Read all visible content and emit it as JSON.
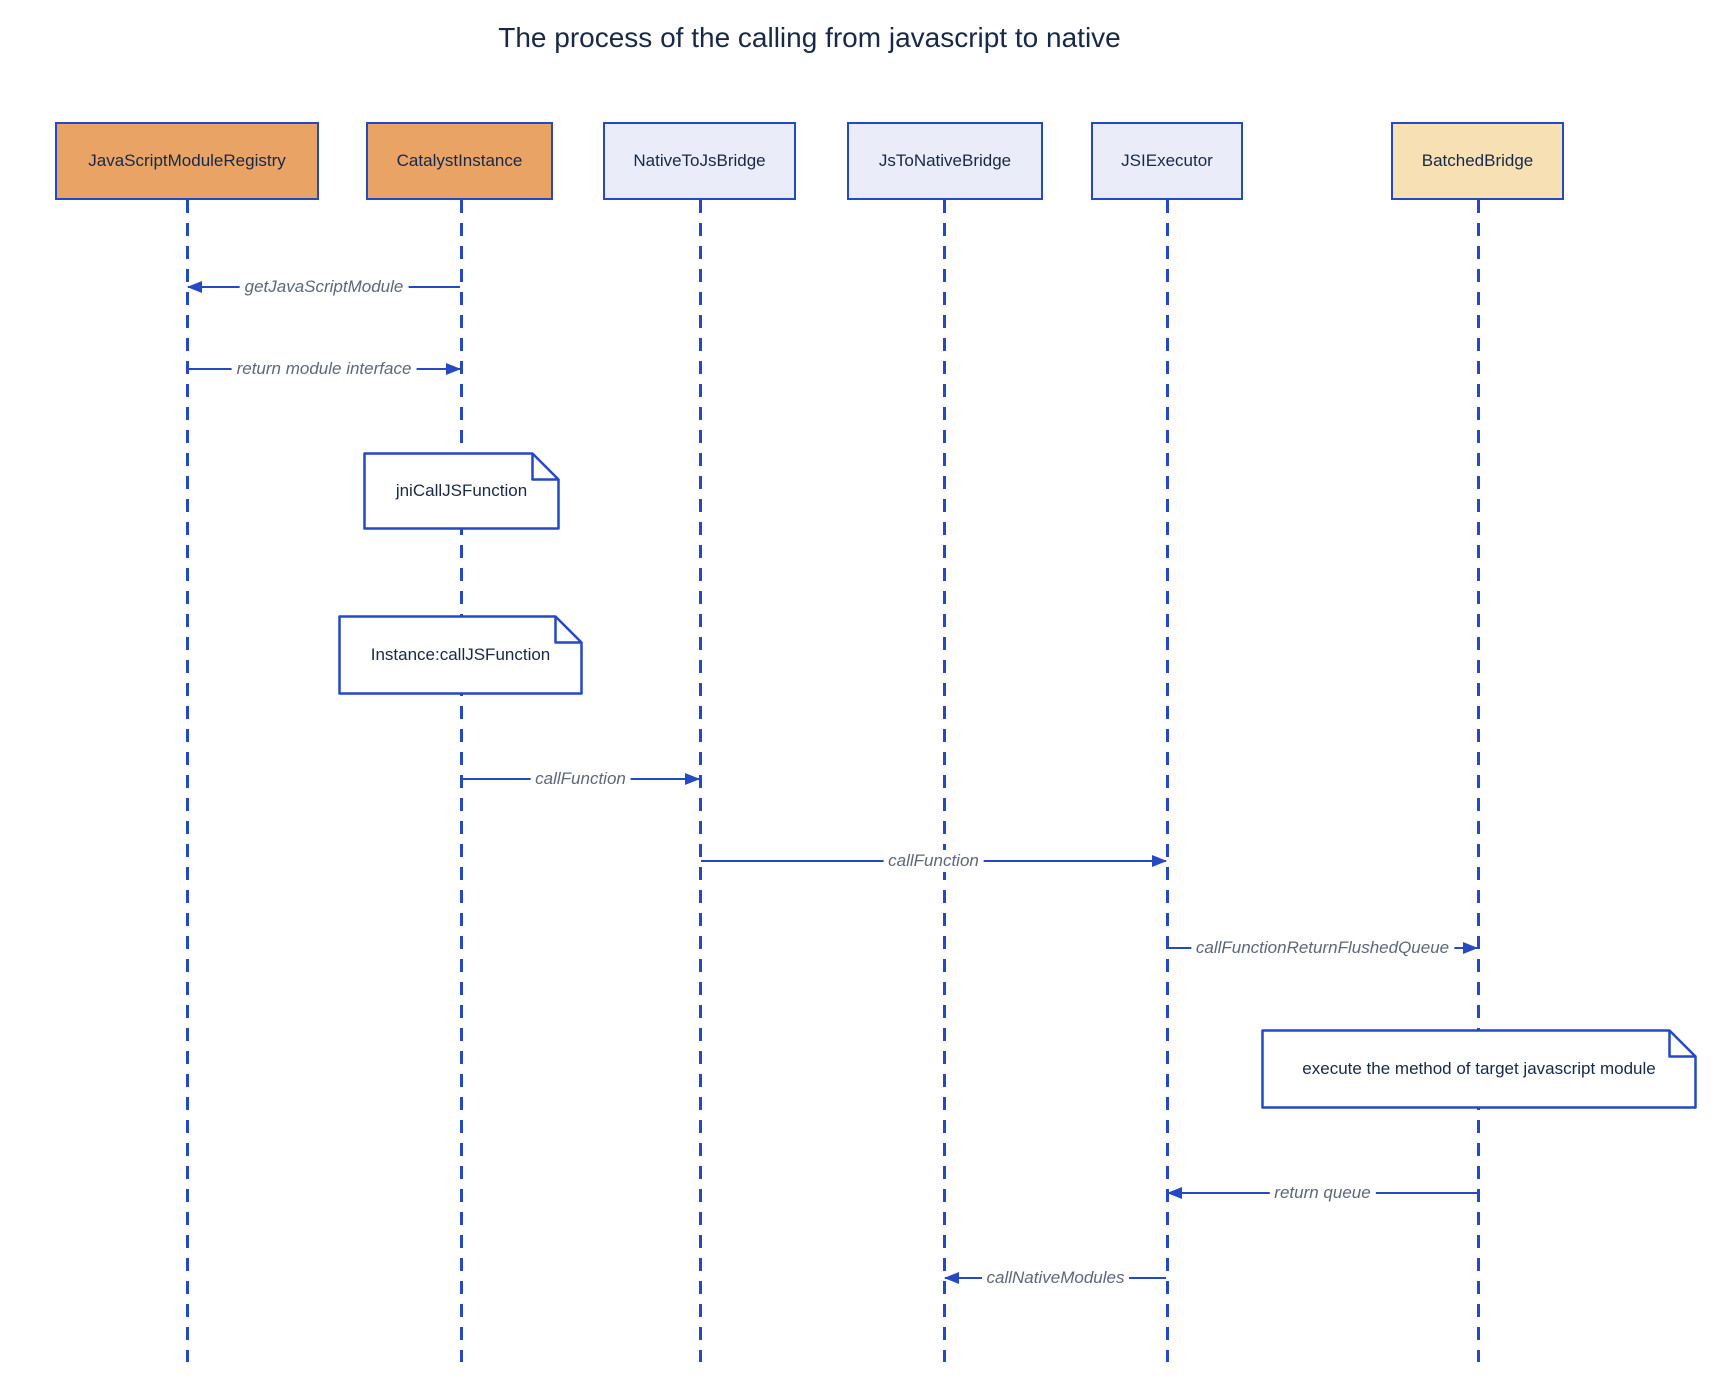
{
  "title": "The process of the calling from javascript to native",
  "participants": [
    {
      "name": "JavaScriptModuleRegistry",
      "fill": "#e8a365"
    },
    {
      "name": "CatalystInstance",
      "fill": "#e8a365"
    },
    {
      "name": "NativeToJsBridge",
      "fill": "#ebecfa"
    },
    {
      "name": "JsToNativeBridge",
      "fill": "#ebecfa"
    },
    {
      "name": "JSIExecutor",
      "fill": "#ebecfa"
    },
    {
      "name": "BatchedBridge",
      "fill": "#f7e0b3"
    }
  ],
  "messages": [
    {
      "label": "getJavaScriptModule",
      "from": "CatalystInstance",
      "to": "JavaScriptModuleRegistry",
      "direction": "left"
    },
    {
      "label": "return module interface",
      "from": "JavaScriptModuleRegistry",
      "to": "CatalystInstance",
      "direction": "right"
    },
    {
      "label": "callFunction",
      "from": "CatalystInstance",
      "to": "NativeToJsBridge",
      "direction": "right"
    },
    {
      "label": "callFunction",
      "from": "NativeToJsBridge",
      "to": "JSIExecutor",
      "direction": "right"
    },
    {
      "label": "callFunctionReturnFlushedQueue",
      "from": "JSIExecutor",
      "to": "BatchedBridge",
      "direction": "right"
    },
    {
      "label": "return queue",
      "from": "BatchedBridge",
      "to": "JSIExecutor",
      "direction": "left"
    },
    {
      "label": "callNativeModules",
      "from": "JSIExecutor",
      "to": "JsToNativeBridge",
      "direction": "left"
    }
  ],
  "notes": [
    {
      "text": "jniCallJSFunction",
      "over": "CatalystInstance"
    },
    {
      "text": "Instance:callJSFunction",
      "over": "CatalystInstance"
    },
    {
      "text": "execute the method of target javascript module",
      "over": "BatchedBridge"
    }
  ],
  "colors": {
    "line_blue": "#2548c4",
    "orange_fill": "#e8a365",
    "lavender_fill": "#ebecfa",
    "cream_fill": "#f7e0b3",
    "text_dark": "#182847",
    "message_text": "#5c6878",
    "background": "#ffffff"
  }
}
